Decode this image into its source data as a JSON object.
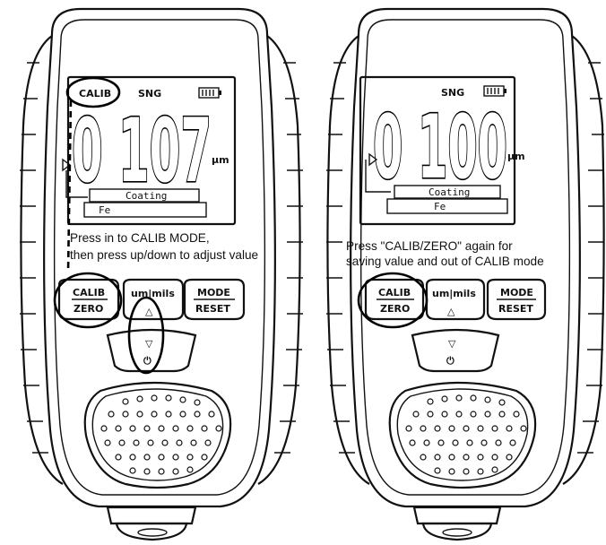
{
  "left_device": {
    "lcd": {
      "mode_label": "CALIB",
      "sng_label": "SNG",
      "digits": "0 107",
      "unit": "µm",
      "coating_label": "Coating",
      "substrate_label": "Fe"
    },
    "keys": {
      "calib_top": "CALIB",
      "calib_bottom": "ZERO",
      "unit_key": "um|mils",
      "up_glyph": "△",
      "mode_top": "MODE",
      "mode_bottom": "RESET",
      "down_glyph": "▽",
      "power_glyph": "⏻"
    },
    "annotation_line1": "Press in to CALIB MODE,",
    "annotation_line2": "then press up/down to adjust value"
  },
  "right_device": {
    "lcd": {
      "sng_label": "SNG",
      "digits": "0 100",
      "unit": "µm",
      "coating_label": "Coating",
      "substrate_label": "Fe"
    },
    "keys": {
      "calib_top": "CALIB",
      "calib_bottom": "ZERO",
      "unit_key": "um|mils",
      "up_glyph": "△",
      "mode_top": "MODE",
      "mode_bottom": "RESET",
      "down_glyph": "▽",
      "power_glyph": "⏻"
    },
    "annotation_line1": "Press \"CALIB/ZERO\" again for",
    "annotation_line2": "saving value and out of CALIB mode"
  }
}
